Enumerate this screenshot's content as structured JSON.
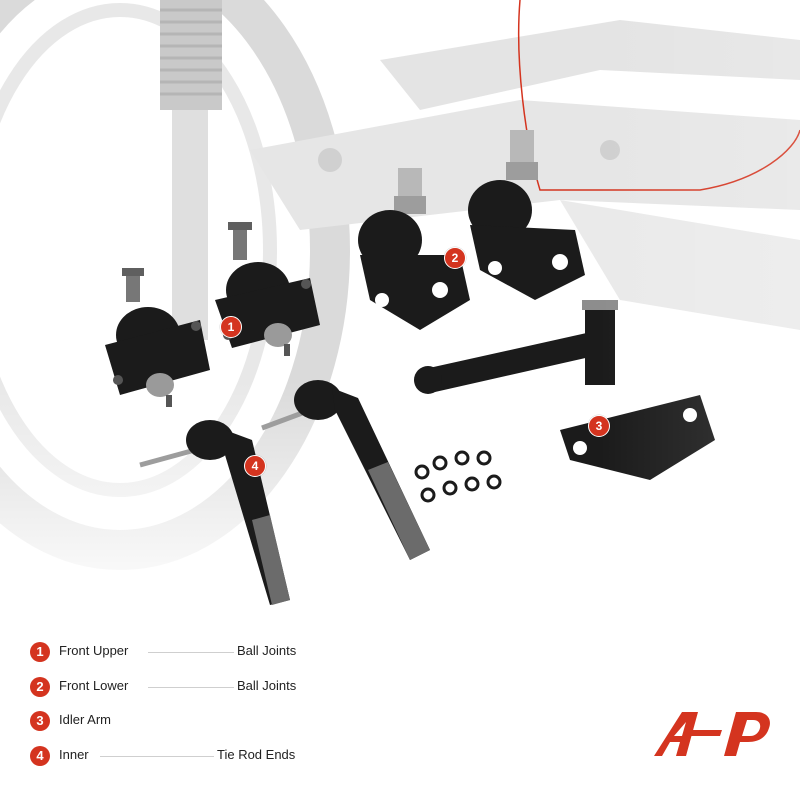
{
  "colors": {
    "accent": "#d4341f",
    "part": "#1b1b1b",
    "background": "#ffffff"
  },
  "callouts": [
    {
      "number": "1"
    },
    {
      "number": "2"
    },
    {
      "number": "3"
    },
    {
      "number": "4"
    }
  ],
  "legend": {
    "items": [
      {
        "number": "1",
        "name": "Front Upper",
        "suffix": "Ball Joints"
      },
      {
        "number": "2",
        "name": "Front Lower",
        "suffix": "Ball Joints"
      },
      {
        "number": "3",
        "name": "Idler Arm",
        "suffix": ""
      },
      {
        "number": "4",
        "name": "Inner",
        "suffix": "Tie Rod Ends"
      }
    ]
  },
  "logo": {
    "icon": "a-premium-logo-icon"
  }
}
